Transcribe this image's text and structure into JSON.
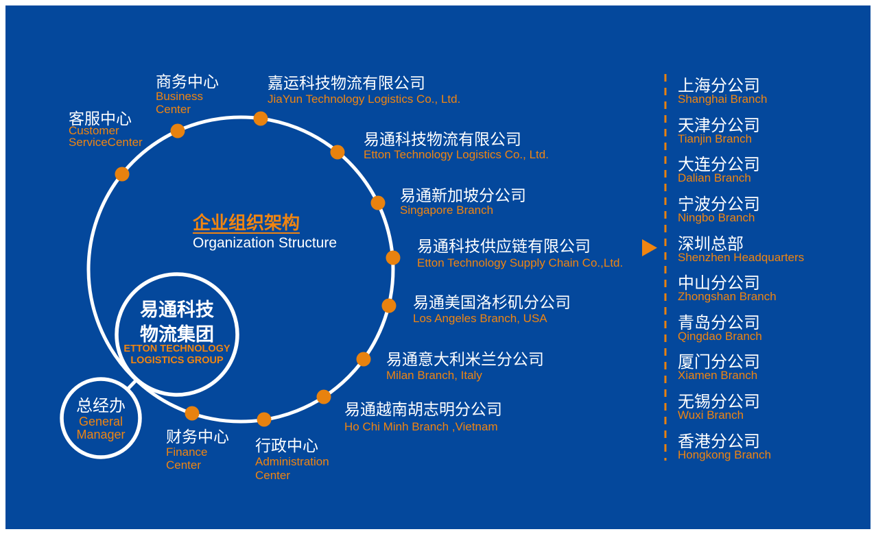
{
  "colors": {
    "background_blue": "#04489C",
    "frame_white": "#FFFFFF",
    "accent_orange": "#E8820F",
    "text_orange": "#F08511",
    "text_white": "#FFFFFF"
  },
  "title": {
    "zh": "企业组织架构",
    "en": "Organization Structure"
  },
  "hub": {
    "zh_line1": "易通科技",
    "zh_line2": "物流集团",
    "en_line1": "ETTON TECHNOLOGY",
    "en_line2": "LOGISTICS GROUP"
  },
  "general_manager": {
    "zh": "总经办",
    "en_line1": "General",
    "en_line2": "Manager"
  },
  "ring_nodes": [
    {
      "zh": "客服中心",
      "en_line1": "Customer",
      "en_line2": "ServiceCenter"
    },
    {
      "zh": "商务中心",
      "en_line1": "Business",
      "en_line2": "Center"
    },
    {
      "zh": "嘉运科技物流有限公司",
      "en": "JiaYun Technology Logistics Co., Ltd."
    },
    {
      "zh": "易通科技物流有限公司",
      "en": "Etton Technology Logistics Co., Ltd."
    },
    {
      "zh": "易通新加坡分公司",
      "en": "Singapore Branch"
    },
    {
      "zh": "易通科技供应链有限公司",
      "en": "Etton Technology Supply Chain Co.,Ltd."
    },
    {
      "zh": "易通美国洛杉矶分公司",
      "en": "Los Angeles Branch, USA"
    },
    {
      "zh": "易通意大利米兰分公司",
      "en": "Milan Branch, Italy"
    },
    {
      "zh": "易通越南胡志明分公司",
      "en": "Ho Chi Minh Branch ,Vietnam"
    },
    {
      "zh": "行政中心",
      "en_line1": "Administration",
      "en_line2": "Center"
    },
    {
      "zh": "财务中心",
      "en_line1": "Finance",
      "en_line2": "Center"
    }
  ],
  "branches": [
    {
      "zh": "上海分公司",
      "en": "Shanghai Branch",
      "highlighted": false
    },
    {
      "zh": "天津分公司",
      "en": "Tianjin Branch",
      "highlighted": false
    },
    {
      "zh": "大连分公司",
      "en": "Dalian Branch",
      "highlighted": false
    },
    {
      "zh": "宁波分公司",
      "en": "Ningbo Branch",
      "highlighted": false
    },
    {
      "zh": "深圳总部",
      "en": "Shenzhen Headquarters",
      "highlighted": true
    },
    {
      "zh": "中山分公司",
      "en": "Zhongshan Branch",
      "highlighted": false
    },
    {
      "zh": "青岛分公司",
      "en": "Qingdao Branch",
      "highlighted": false
    },
    {
      "zh": "厦门分公司",
      "en": "Xiamen Branch",
      "highlighted": false
    },
    {
      "zh": "无锡分公司",
      "en": "Wuxi Branch",
      "highlighted": false
    },
    {
      "zh": "香港分公司",
      "en": "Hongkong Branch",
      "highlighted": false
    }
  ]
}
